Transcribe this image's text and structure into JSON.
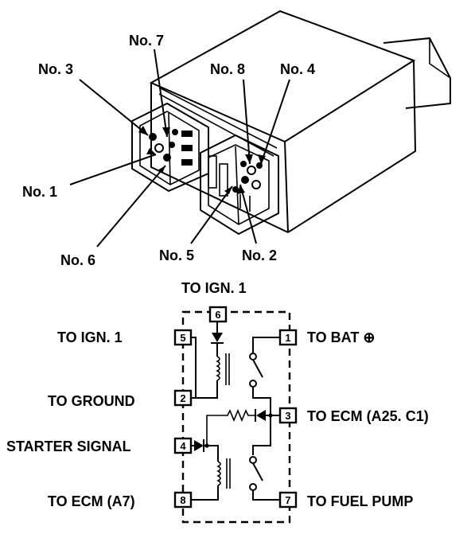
{
  "callouts": {
    "no3": "No. 3",
    "no7": "No. 7",
    "no8": "No. 8",
    "no4": "No. 4",
    "no1": "No. 1",
    "no6": "No. 6",
    "no5": "No. 5",
    "no2": "No. 2"
  },
  "schematic": {
    "top_label": "TO IGN. 1",
    "left": {
      "ign1": "TO IGN. 1",
      "ground": "TO GROUND",
      "starter": "STARTER SIGNAL",
      "ecm_a7": "TO ECM (A7)"
    },
    "right": {
      "bat": "TO BAT ⊕",
      "ecm_a25": "TO ECM (A25. C1)",
      "fuel_pump": "TO FUEL PUMP"
    },
    "pins": {
      "p6": "6",
      "p5": "5",
      "p2": "2",
      "p4": "4",
      "p8": "8",
      "p1": "1",
      "p3": "3",
      "p7": "7"
    }
  }
}
